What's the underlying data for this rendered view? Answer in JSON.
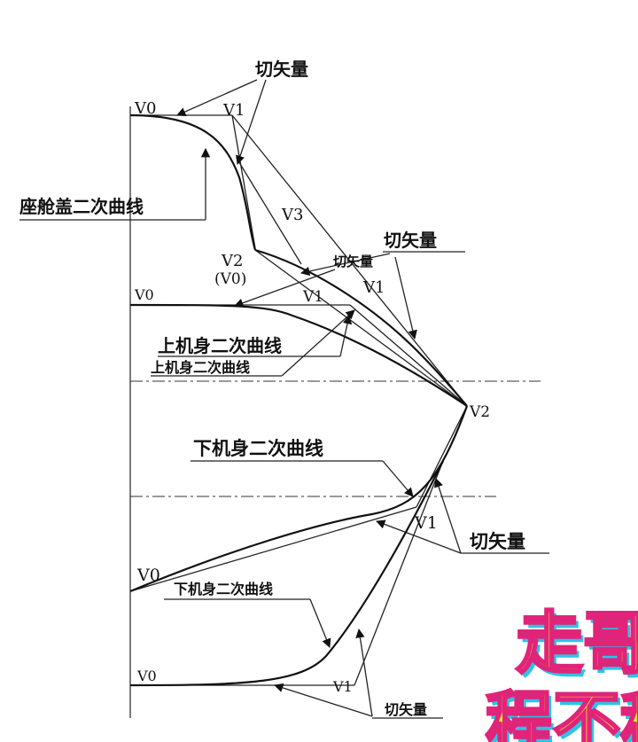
{
  "labels": {
    "top": {
      "v0": "V0",
      "v1": "V1",
      "v2": "V2",
      "v2_alt": "(V0)",
      "v3": "V3",
      "tangent": "切矢量",
      "curve": "座舱盖二次曲线"
    },
    "upper": {
      "v0": "V0",
      "v1": "V1",
      "v1b": "V1",
      "v2": "V2",
      "tangent_large": "切矢量",
      "tangent_small": "切矢量",
      "curve_large": "上机身二次曲线",
      "curve_small": "上机身二次曲线"
    },
    "lower": {
      "v0": "V0",
      "v1": "V1",
      "tangent": "切矢量",
      "curve_large": "下机身二次曲线"
    },
    "bottom": {
      "v0": "V0",
      "v1": "V1",
      "tangent": "切矢量",
      "curve_small": "下机身二次曲线"
    }
  },
  "watermark": {
    "line1": "走哥",
    "line2": "程不秒"
  },
  "colors": {
    "ink": "#111111",
    "wm_fill": "#f5ea2a",
    "wm_stroke": "#e0247a",
    "wm_shadow": "#2bc4e8"
  }
}
